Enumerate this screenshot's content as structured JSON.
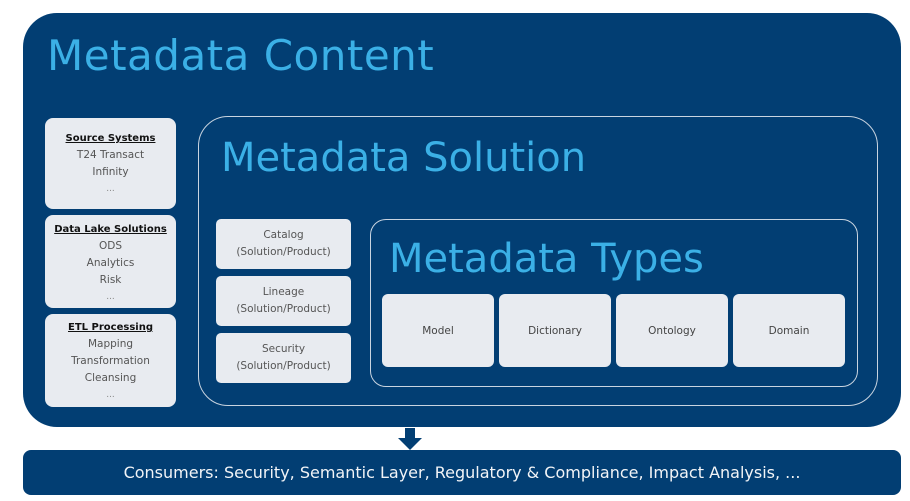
{
  "content": {
    "title": "Metadata Content",
    "sources": [
      {
        "heading": "Source Systems",
        "items": [
          "T24 Transact",
          "Infinity",
          "..."
        ]
      },
      {
        "heading": "Data Lake Solutions",
        "items": [
          "ODS",
          "Analytics",
          "Risk",
          "..."
        ]
      },
      {
        "heading": "ETL Processing",
        "items": [
          "Mapping",
          "Transformation",
          "Cleansing",
          "..."
        ]
      }
    ]
  },
  "solution": {
    "title": "Metadata Solution",
    "items": [
      {
        "name": "Catalog",
        "sub": "(Solution/Product)"
      },
      {
        "name": "Lineage",
        "sub": "(Solution/Product)"
      },
      {
        "name": "Security",
        "sub": "(Solution/Product)"
      }
    ]
  },
  "types": {
    "title": "Metadata Types",
    "items": [
      "Model",
      "Dictionary",
      "Ontology",
      "Domain"
    ]
  },
  "consumers": {
    "text": "Consumers: Security, Semantic Layer, Regulatory & Compliance, Impact Analysis, ..."
  },
  "colors": {
    "primary": "#023e73",
    "title_accent": "#3bb0e6",
    "box_fill": "#e8ebf0"
  }
}
